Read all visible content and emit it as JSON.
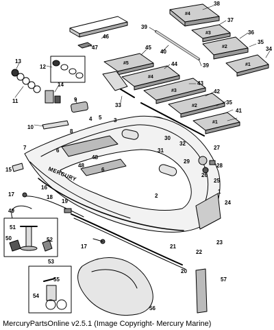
{
  "caption": "MercuryPartsOnline v2.5.1 (Image Copyright- Mercury Marine)",
  "brand_text": "MERCURY",
  "callouts": [
    "1",
    "2",
    "3",
    "4",
    "5",
    "6",
    "7",
    "8",
    "9",
    "10",
    "11",
    "12",
    "13",
    "14",
    "15",
    "16",
    "17",
    "18",
    "19",
    "20",
    "21",
    "22",
    "23",
    "24",
    "25",
    "26",
    "27",
    "28",
    "29",
    "30",
    "31",
    "32",
    "33",
    "34",
    "35",
    "36",
    "37",
    "38",
    "39",
    "40",
    "41",
    "42",
    "43",
    "44",
    "45",
    "46",
    "47",
    "48",
    "49",
    "50",
    "51",
    "52",
    "53",
    "54",
    "55",
    "56",
    "57"
  ],
  "panel_labels": [
    "#1",
    "#2",
    "#3",
    "#4",
    "#5"
  ]
}
